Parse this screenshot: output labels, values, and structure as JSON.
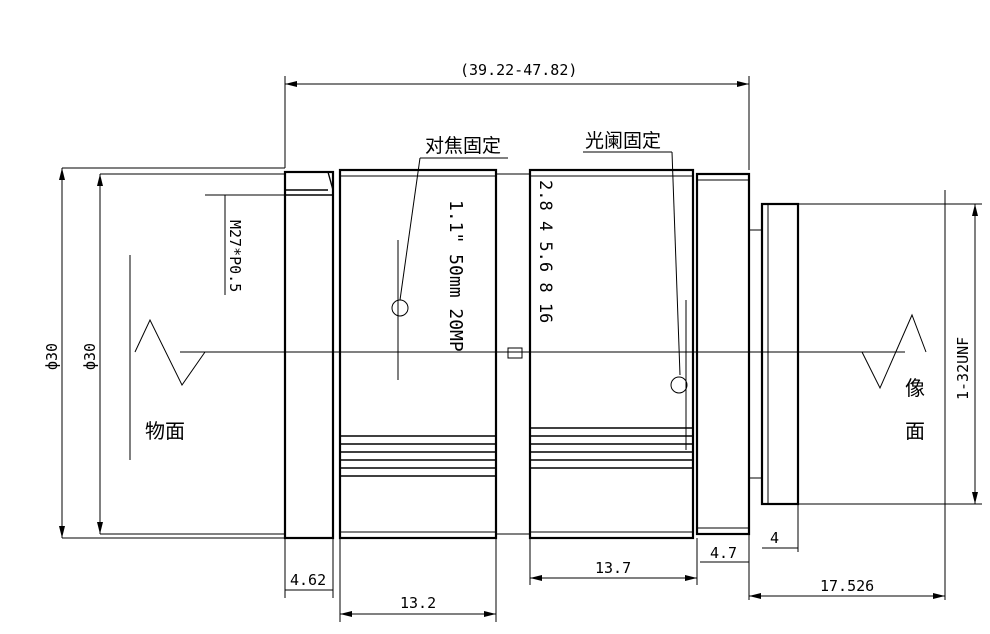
{
  "dimensions": {
    "overall_length": "(39.22-47.82)",
    "focus_lock": "对焦固定",
    "iris_lock": "光阑固定",
    "filter_thread": "M27*P0.5",
    "diameter_left": "ф30",
    "diameter_inner": "ф30",
    "mount_thread": "1-32UNF",
    "dim_4_62": "4.62",
    "dim_13_2": "13.2",
    "dim_13_7": "13.7",
    "dim_4_7": "4.7",
    "dim_4": "4",
    "dim_17_526": "17.526"
  },
  "labels": {
    "object_plane": "物面",
    "image_plane_1": "像",
    "image_plane_2": "面",
    "lens_marking": "1.1\" 50mm 20MP",
    "aperture_scale": "2.8  4  5.6  8  16"
  },
  "colors": {
    "line": "#000000",
    "background": "#ffffff"
  }
}
